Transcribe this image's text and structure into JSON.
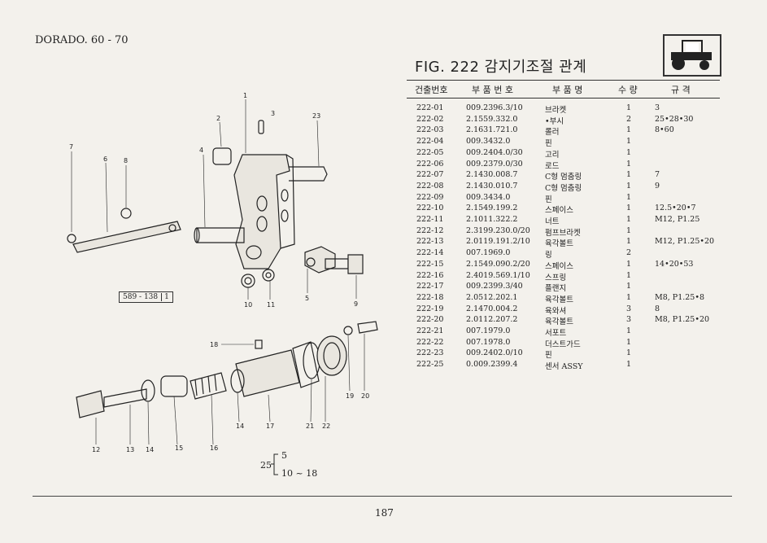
{
  "header": {
    "model": "DORADO. 60 - 70",
    "figure_title": "FIG. 222 감지기조절 관계",
    "icon": "tractor-icon"
  },
  "table": {
    "columns": [
      "건출번호",
      "부 품 번 호",
      "부 품 명",
      "수 량",
      "규 격"
    ],
    "rows": [
      [
        "222-01",
        "009.2396.3/10",
        "브라켓",
        "1",
        "3"
      ],
      [
        "222-02",
        "2.1559.332.0",
        "•부시",
        "2",
        "25•28•30"
      ],
      [
        "222-03",
        "2.1631.721.0",
        "롤러",
        "1",
        "8•60"
      ],
      [
        "222-04",
        "009.3432.0",
        "핀",
        "1",
        ""
      ],
      [
        "222-05",
        "009.2404.0/30",
        "고리",
        "1",
        ""
      ],
      [
        "222-06",
        "009.2379.0/30",
        "로드",
        "1",
        ""
      ],
      [
        "222-07",
        "2.1430.008.7",
        "C형 멈춤링",
        "1",
        "7"
      ],
      [
        "222-08",
        "2.1430.010.7",
        "C형 멈춤링",
        "1",
        "9"
      ],
      [
        "222-09",
        "009.3434.0",
        "핀",
        "1",
        ""
      ],
      [
        "222-10",
        "2.1549.199.2",
        "스페이스",
        "1",
        "12.5•20•7"
      ],
      [
        "222-11",
        "2.1011.322.2",
        "너트",
        "1",
        "M12, P1.25"
      ],
      [
        "222-12",
        "2.3199.230.0/20",
        "펌프브라켓",
        "1",
        ""
      ],
      [
        "222-13",
        "2.0119.191.2/10",
        "육각볼트",
        "1",
        "M12, P1.25•20"
      ],
      [
        "222-14",
        "007.1969.0",
        "링",
        "2",
        ""
      ],
      [
        "222-15",
        "2.1549.090.2/20",
        "스페이스",
        "1",
        "14•20•53"
      ],
      [
        "222-16",
        "2.4019.569.1/10",
        "스프링",
        "1",
        ""
      ],
      [
        "222-17",
        "009.2399.3/40",
        "플랜지",
        "1",
        ""
      ],
      [
        "222-18",
        "2.0512.202.1",
        "육각볼트",
        "1",
        "M8, P1.25•8"
      ],
      [
        "222-19",
        "2.1470.004.2",
        "육와셔",
        "3",
        "8"
      ],
      [
        "222-20",
        "2.0112.207.2",
        "육각볼트",
        "3",
        "M8, P1.25•20"
      ],
      [
        "222-21",
        "007.1979.0",
        "서포트",
        "1",
        ""
      ],
      [
        "222-22",
        "007.1978.0",
        "더스트가드",
        "1",
        ""
      ],
      [
        "222-23",
        "009.2402.0/10",
        "핀",
        "1",
        ""
      ],
      [
        "222-25",
        "0.009.2399.4",
        "센서 ASSY",
        "1",
        ""
      ]
    ]
  },
  "diagram": {
    "ref_code": "589 - 138",
    "ref_qty": "1",
    "callouts_top": [
      "1",
      "2",
      "3",
      "23",
      "4",
      "7",
      "6",
      "8",
      "5",
      "9",
      "10",
      "11"
    ],
    "callouts_bottom": [
      "18",
      "19",
      "20",
      "12",
      "13",
      "14",
      "15",
      "16",
      "14",
      "17",
      "21",
      "22"
    ],
    "assembly_note": {
      "prefix": "25",
      "line1": "5",
      "line2": "10 ~ 18"
    }
  },
  "footer": {
    "page_number": "187"
  }
}
